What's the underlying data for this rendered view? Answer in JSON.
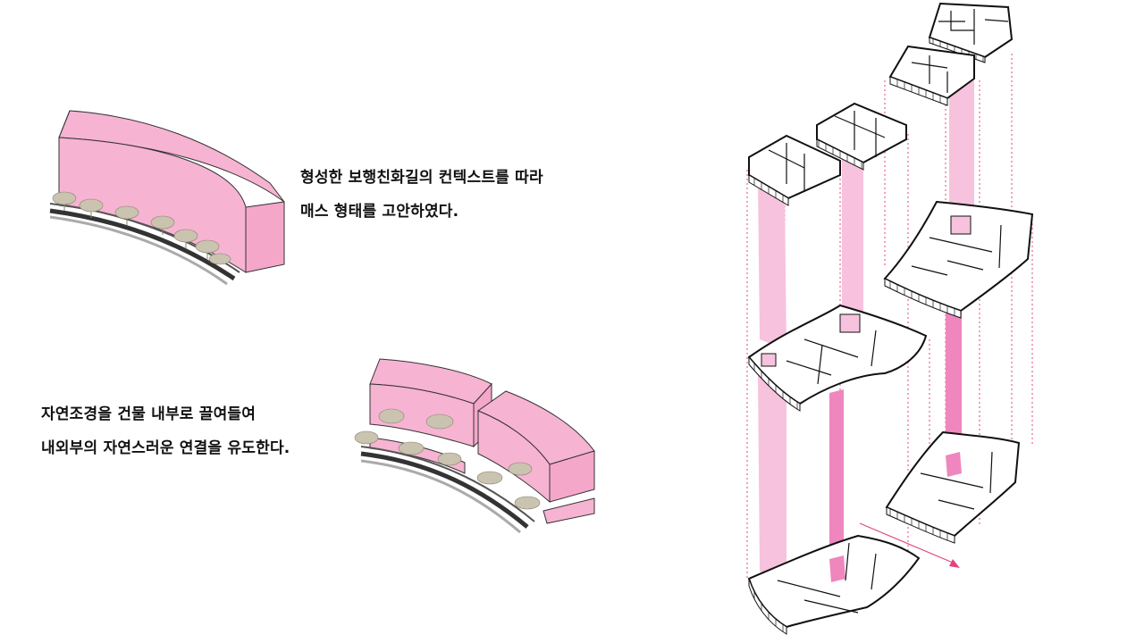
{
  "captions": {
    "first": {
      "line1": "형성한 보행친화길의 컨텍스트를 따라",
      "line2": "매스 형태를 고안하였다."
    },
    "second": {
      "line1": "자연조경을 건물 내부로 끌여들여",
      "line2": "내외부의 자연스러운 연결을 유도한다."
    }
  },
  "colors": {
    "mass_pink": "#f7b3d2",
    "mass_pink_side": "#f5a7c9",
    "void_light": "#f7c2dd",
    "void_strong": "#ef86be",
    "tree": "#c9c3b0",
    "line": "#111111",
    "guide": "#e0457f"
  }
}
